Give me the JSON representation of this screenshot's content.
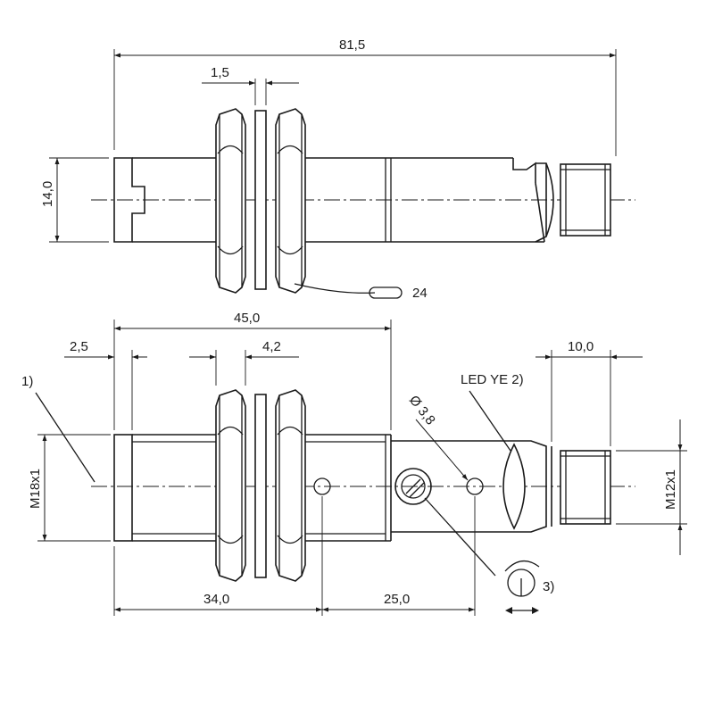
{
  "drawing": {
    "dimensions": {
      "overall_length": "81,5",
      "washer_thickness": "1,5",
      "flat_width": "14,0",
      "body_length": "45,0",
      "nose_length": "2,5",
      "nut_thickness": "4,2",
      "connector_length": "10,0",
      "thread_main": "M18x1",
      "thread_connector": "M12x1",
      "bore_diameter": "Ø 3,8",
      "nut_to_hole": "34,0",
      "hole_spacing": "25,0",
      "wrench_size": "24"
    },
    "callouts": {
      "note_1": "1)",
      "led": "LED YE 2)",
      "note_3": "3)"
    }
  }
}
